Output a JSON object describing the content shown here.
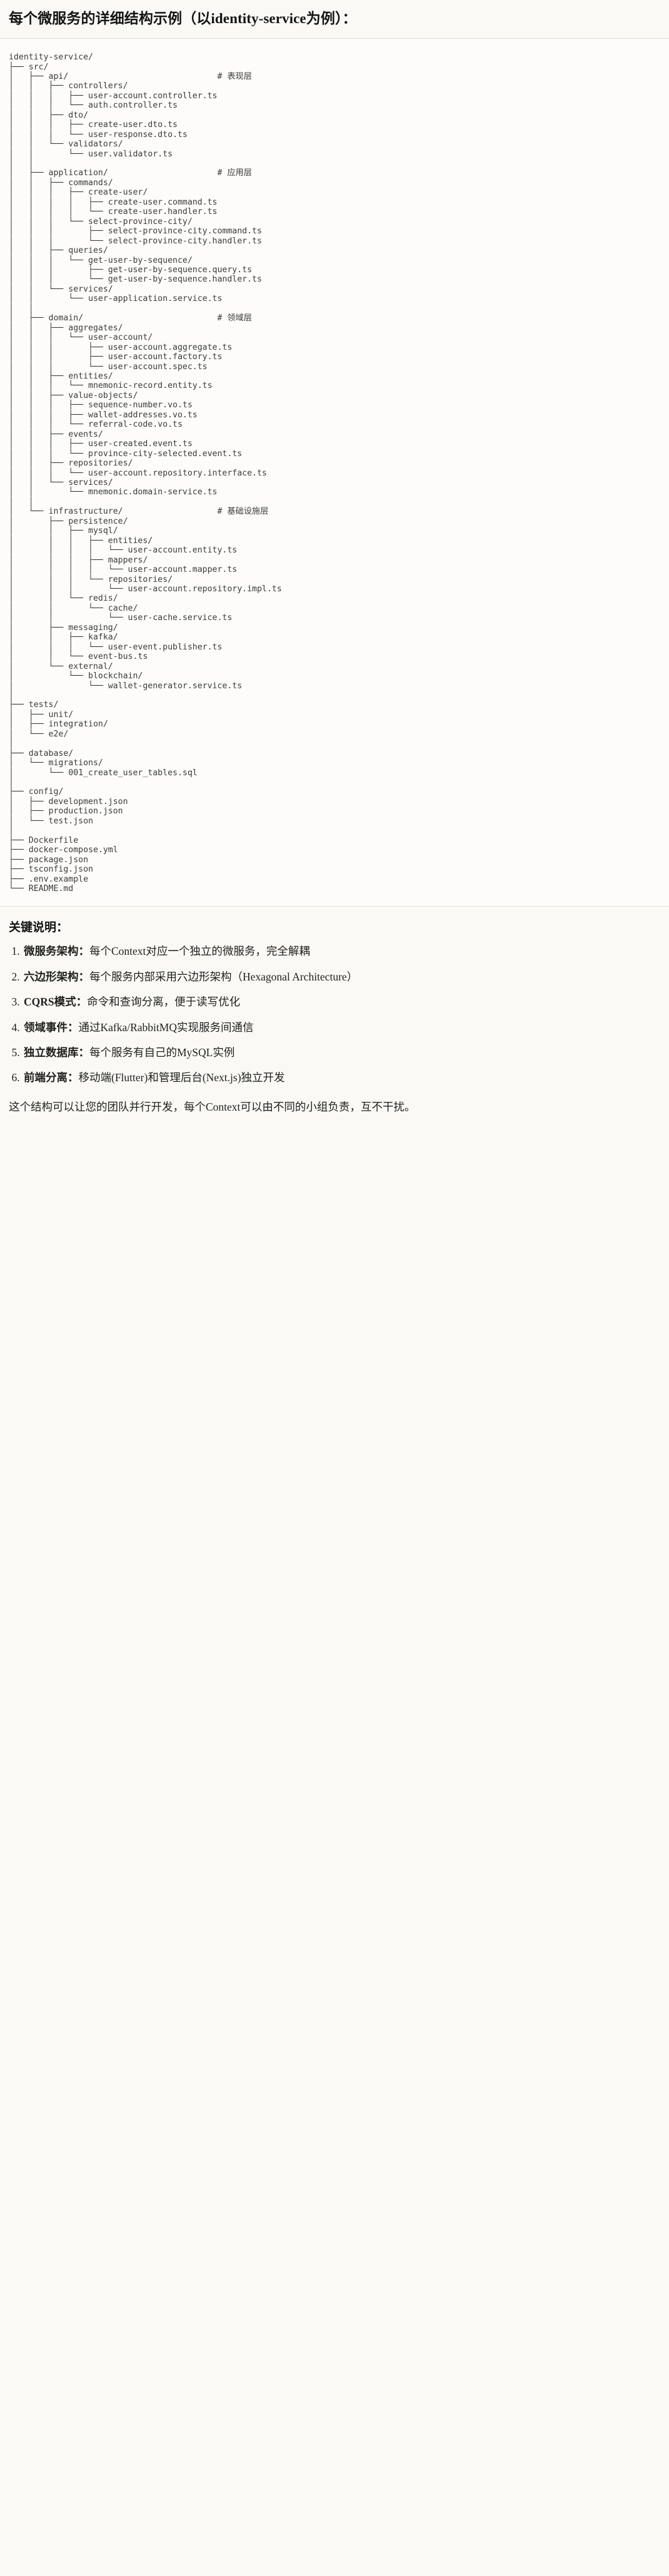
{
  "title": "每个微服务的详细结构示例（以identity-service为例）：",
  "tree": {
    "root": "identity-service/",
    "text": "identity-service/\n├── src/\n│   ├── api/                              # 表现层\n│   │   ├── controllers/\n│   │   │   ├── user-account.controller.ts\n│   │   │   └── auth.controller.ts\n│   │   ├── dto/\n│   │   │   ├── create-user.dto.ts\n│   │   │   └── user-response.dto.ts\n│   │   └── validators/\n│   │       └── user.validator.ts\n│   │\n│   ├── application/                      # 应用层\n│   │   ├── commands/\n│   │   │   ├── create-user/\n│   │   │   │   ├── create-user.command.ts\n│   │   │   │   └── create-user.handler.ts\n│   │   │   └── select-province-city/\n│   │   │       ├── select-province-city.command.ts\n│   │   │       └── select-province-city.handler.ts\n│   │   ├── queries/\n│   │   │   └── get-user-by-sequence/\n│   │   │       ├── get-user-by-sequence.query.ts\n│   │   │       └── get-user-by-sequence.handler.ts\n│   │   └── services/\n│   │       └── user-application.service.ts\n│   │\n│   ├── domain/                           # 领域层\n│   │   ├── aggregates/\n│   │   │   └── user-account/\n│   │   │       ├── user-account.aggregate.ts\n│   │   │       ├── user-account.factory.ts\n│   │   │       └── user-account.spec.ts\n│   │   ├── entities/\n│   │   │   └── mnemonic-record.entity.ts\n│   │   ├── value-objects/\n│   │   │   ├── sequence-number.vo.ts\n│   │   │   ├── wallet-addresses.vo.ts\n│   │   │   └── referral-code.vo.ts\n│   │   ├── events/\n│   │   │   ├── user-created.event.ts\n│   │   │   └── province-city-selected.event.ts\n│   │   ├── repositories/\n│   │   │   └── user-account.repository.interface.ts\n│   │   └── services/\n│   │       └── mnemonic.domain-service.ts\n│   │\n│   └── infrastructure/                   # 基础设施层\n│       ├── persistence/\n│       │   ├── mysql/\n│       │   │   ├── entities/\n│       │   │   │   └── user-account.entity.ts\n│       │   │   ├── mappers/\n│       │   │   │   └── user-account.mapper.ts\n│       │   │   └── repositories/\n│       │   │       └── user-account.repository.impl.ts\n│       │   └── redis/\n│       │       └── cache/\n│       │           └── user-cache.service.ts\n│       ├── messaging/\n│       │   ├── kafka/\n│       │   │   └── user-event.publisher.ts\n│       │   └── event-bus.ts\n│       └── external/\n│           └── blockchain/\n│               └── wallet-generator.service.ts\n│\n├── tests/\n│   ├── unit/\n│   ├── integration/\n│   └── e2e/\n│\n├── database/\n│   └── migrations/\n│       └── 001_create_user_tables.sql\n│\n├── config/\n│   ├── development.json\n│   ├── production.json\n│   └── test.json\n│\n├── Dockerfile\n├── docker-compose.yml\n├── package.json\n├── tsconfig.json\n├── .env.example\n└── README.md",
    "comments": [
      {
        "label": "# 表现层",
        "target": "api/"
      },
      {
        "label": "# 应用层",
        "target": "application/"
      },
      {
        "label": "# 领域层",
        "target": "domain/"
      },
      {
        "label": "# 基础设施层",
        "target": "infrastructure/"
      }
    ]
  },
  "key_points": {
    "heading": "关键说明：",
    "items": [
      {
        "term": "微服务架构",
        "sep": "：",
        "desc": "每个Context对应一个独立的微服务，完全解耦"
      },
      {
        "term": "六边形架构",
        "sep": "：",
        "desc": "每个服务内部采用六边形架构（Hexagonal Architecture）"
      },
      {
        "term": "CQRS模式",
        "sep": "：",
        "desc": "命令和查询分离，便于读写优化"
      },
      {
        "term": "领域事件",
        "sep": "：",
        "desc": "通过Kafka/RabbitMQ实现服务间通信"
      },
      {
        "term": "独立数据库",
        "sep": "：",
        "desc": "每个服务有自己的MySQL实例"
      },
      {
        "term": "前端分离",
        "sep": "：",
        "desc": "移动端(Flutter)和管理后台(Next.js)独立开发"
      }
    ]
  },
  "closing": "这个结构可以让您的团队并行开发，每个Context可以由不同的小组负责，互不干扰。",
  "colors": {
    "page_bg": "#faf9f5",
    "code_bg": "#fdfcfa",
    "rule": "#e3e0d6",
    "text": "#1f1f1c",
    "code_text": "#3b3b38"
  }
}
